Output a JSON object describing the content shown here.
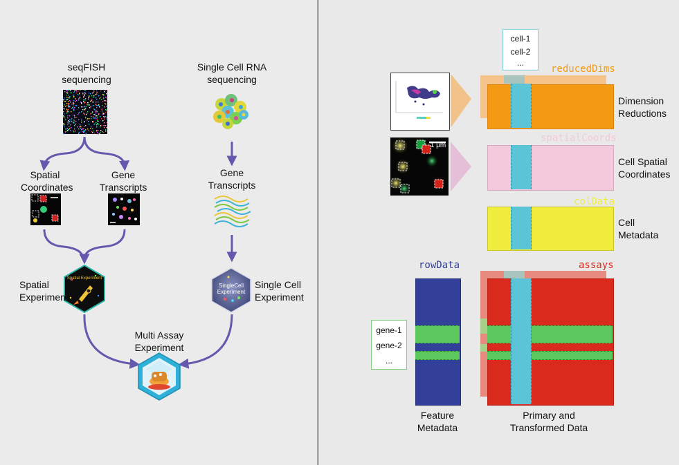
{
  "left": {
    "seqfish_label": "seqFISH\nsequencing",
    "scrna_label": "Single Cell RNA\nsequencing",
    "spatial_coords_label": "Spatial\nCoordinates",
    "gene_transcripts_label_left": "Gene\nTranscripts",
    "gene_transcripts_label_right": "Gene\nTranscripts",
    "spatial_experiment_label": "Spatial\nExperiment",
    "spatial_experiment_badge": "Spatial Experiment",
    "single_cell_experiment_label": "Single Cell\nExperiment",
    "single_cell_badge": "SingleCell\nExperiment",
    "multi_assay_label": "Multi Assay\nExperiment",
    "scale_bar": "1 μm"
  },
  "right": {
    "cells": [
      "cell-1",
      "cell-2",
      "..."
    ],
    "genes": [
      "gene-1",
      "gene-2",
      "..."
    ],
    "reduced_dims_slot": "reducedDims",
    "spatial_coords_slot": "spatialCoords",
    "col_data_slot": "colData",
    "row_data_slot": "rowData",
    "assays_slot": "assays",
    "dimension_reductions_label": "Dimension\nReductions",
    "cell_spatial_coordinates_label": "Cell Spatial\nCoordinates",
    "cell_metadata_label": "Cell\nMetadata",
    "feature_metadata_label": "Feature\nMetadata",
    "primary_data_label": "Primary and\nTransformed Data",
    "scale_bar": "1 μm"
  },
  "colors": {
    "reduced_dims": "#f39a12",
    "spatial_coords": "#f3c9dc",
    "col_data": "#f0ed3c",
    "row_data": "#33409a",
    "assays": "#da2a1d",
    "cyan_column": "#5bc4d7",
    "green_row": "#5cc75d",
    "arrow_purple": "#6459ad"
  }
}
